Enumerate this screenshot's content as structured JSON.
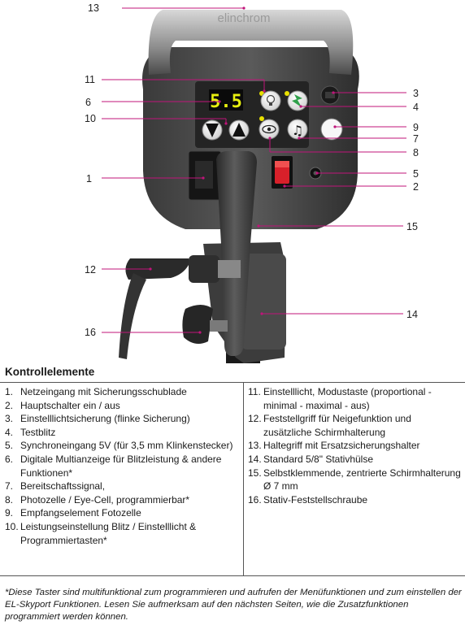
{
  "figure": {
    "brand_logo": "elinchrom",
    "display_readout": "5.5",
    "icons": [
      "modelling-lamp-icon",
      "testflash-icon",
      "arrow-down-icon",
      "arrow-up-icon",
      "eye-cell-icon",
      "music-note-icon"
    ],
    "accent_color": "#c0147a",
    "callouts": [
      "13",
      "11",
      "6",
      "10",
      "1",
      "12",
      "16",
      "3",
      "4",
      "9",
      "7",
      "8",
      "5",
      "2",
      "15",
      "14"
    ]
  },
  "section": {
    "title": "Kontrollelemente",
    "left_items": [
      {
        "num": "1.",
        "text": "Netzeingang mit Sicherungsschublade"
      },
      {
        "num": "2.",
        "text": "Hauptschalter ein / aus"
      },
      {
        "num": "3.",
        "text": "Einstelllichtsicherung (flinke Sicherung)"
      },
      {
        "num": "4.",
        "text": "Testblitz"
      },
      {
        "num": "5.",
        "text": "Synchroneingang 5V (für 3,5 mm Klinkenstecker)"
      },
      {
        "num": "6.",
        "text": "Digitale Multianzeige für Blitzleistung & andere Funktionen*"
      },
      {
        "num": "7.",
        "text": "Bereitschaftssignal,"
      },
      {
        "num": "8.",
        "text": "Photozelle / Eye-Cell, programmierbar*"
      },
      {
        "num": "9.",
        "text": "Empfangselement Fotozelle"
      },
      {
        "num": "10.",
        "text": "Leistungseinstellung Blitz / Einstelllicht & Programmiertasten*"
      }
    ],
    "right_items": [
      {
        "num": "11.",
        "text": "Einstelllicht, Modustaste (proportional - minimal - maximal - aus)"
      },
      {
        "num": "12.",
        "text": "Feststellgriff für Neigefunktion und zusätzliche Schirmhalterung"
      },
      {
        "num": "13.",
        "text": "Haltegriff mit Ersatzsicherungshalter"
      },
      {
        "num": "14.",
        "text": "Standard 5/8\" Stativhülse"
      },
      {
        "num": "15.",
        "text": "Selbstklemmende, zentrierte Schirmhalterung Ø 7 mm"
      },
      {
        "num": "16.",
        "text": "Stativ-Feststellschraube"
      }
    ],
    "footnote": "*Diese Taster sind multifunktional zum programmieren und aufrufen der Menüfunktionen und zum einstellen der EL-Skyport Funktionen. Lesen Sie aufmerksam auf den nächsten Seiten, wie die Zusatzfunktionen programmiert werden können."
  }
}
